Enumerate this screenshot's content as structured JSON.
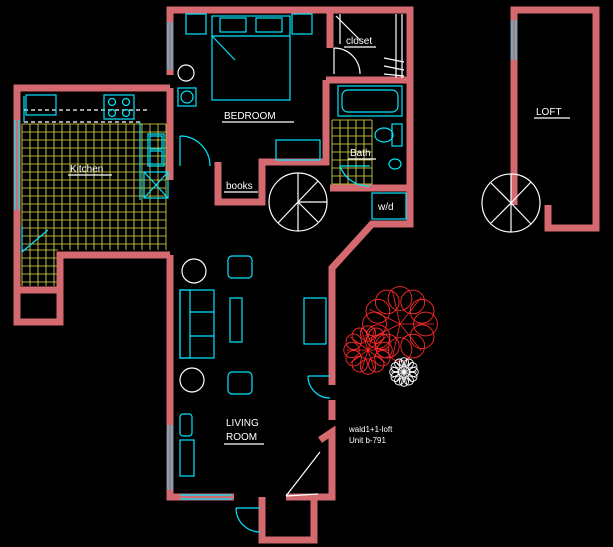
{
  "rooms": {
    "closet": "closet",
    "bedroom": "BEDROOM",
    "kitchen": "Kitchen",
    "bath": "Bath",
    "books": "books",
    "wd": "w/d",
    "loft": "LOFT",
    "living_line1": "LIVING",
    "living_line2": "ROOM"
  },
  "notes": {
    "line1": "wald1+1-loft",
    "line2": "Unit b-791"
  },
  "colors": {
    "wall": "#d46a6f",
    "fixture": "#00e5ff",
    "tile": "#e6e64a",
    "tree": "#ff2a2a",
    "text": "#ffffff",
    "background": "#000000"
  }
}
